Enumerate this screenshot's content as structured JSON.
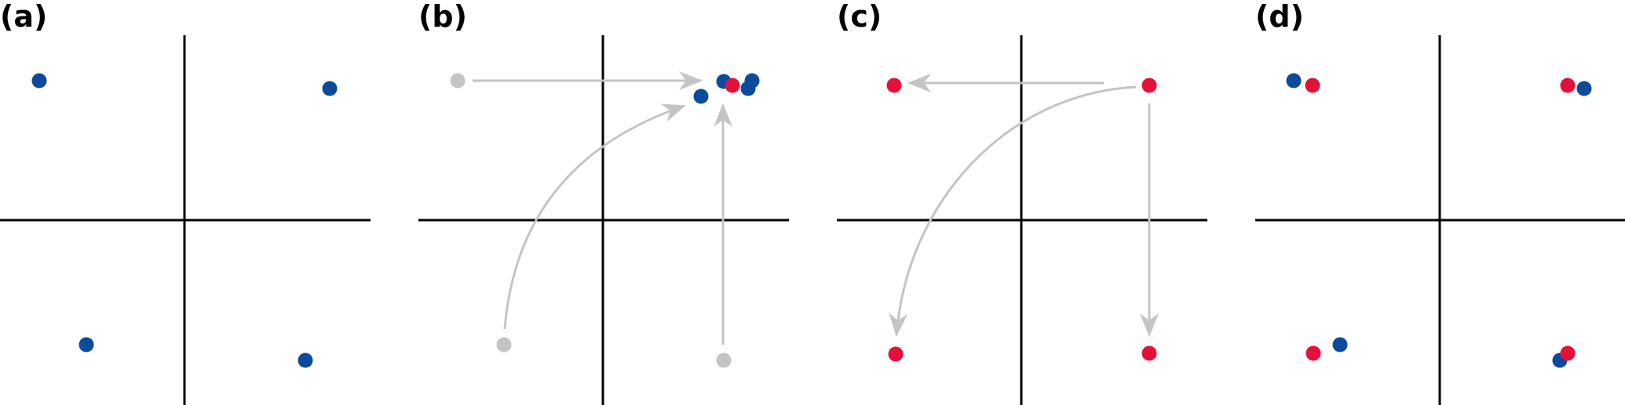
{
  "figure": {
    "colors": {
      "blue": "#0b4a9c",
      "red": "#e5103a",
      "gray": "#c4c4c4",
      "axis": "#000000",
      "arrow": "#c4c4c4"
    },
    "panels": [
      {
        "label": "(a)",
        "description_points": [
          {
            "color": "blue"
          },
          {
            "color": "blue"
          },
          {
            "color": "blue"
          },
          {
            "color": "blue"
          }
        ]
      },
      {
        "label": "(b)"
      },
      {
        "label": "(c)"
      },
      {
        "label": "(d)"
      }
    ]
  }
}
